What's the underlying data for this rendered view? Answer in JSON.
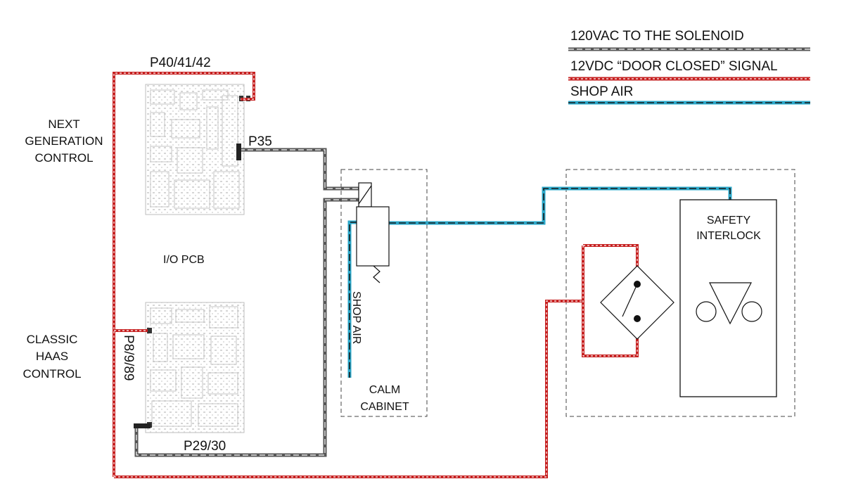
{
  "legend": {
    "ac": "120VAC TO THE SOLENOID",
    "dc": "12VDC “DOOR CLOSED” SIGNAL",
    "air": "SHOP AIR"
  },
  "labels": {
    "p40": "P40/41/42",
    "p35": "P35",
    "next_gen": [
      "NEXT",
      "GENERATION",
      "CONTROL"
    ],
    "io_pcb": "I/O PCB",
    "classic": [
      "CLASSIC",
      "HAAS",
      "CONTROL"
    ],
    "p8": "P8/9/89",
    "p29": "P29/30",
    "shop_air": "SHOP AIR",
    "calm": [
      "CALM",
      "CABINET"
    ],
    "safety": [
      "SAFETY",
      "INTERLOCK"
    ]
  },
  "colors": {
    "ac": "#555555",
    "dc": "#c62020",
    "air": "#2aa7c9",
    "dash": "#2b2b2b",
    "pcb": "#c8c8c8",
    "box": "#555555"
  }
}
